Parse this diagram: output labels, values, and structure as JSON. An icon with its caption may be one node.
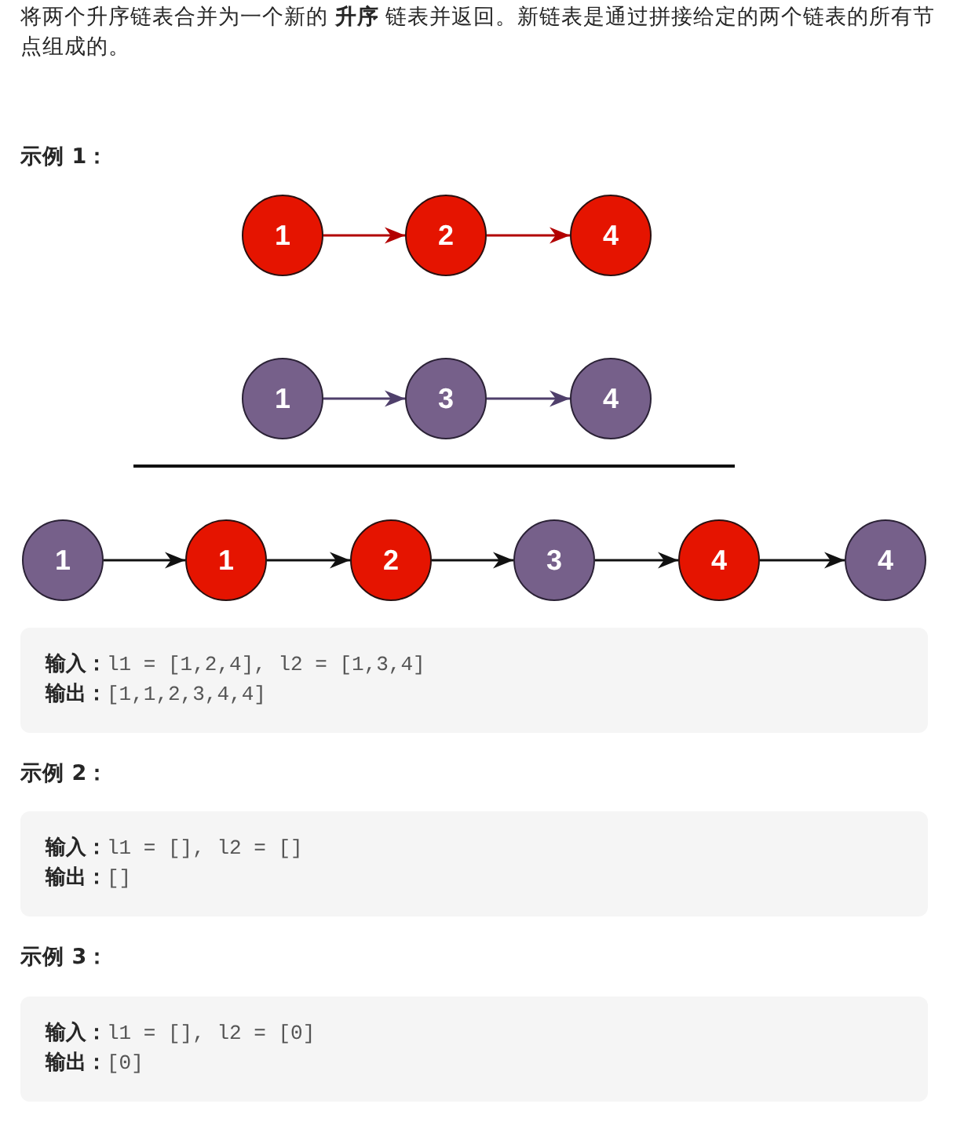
{
  "diagram": {
    "nodes": [
      {
        "text": [
          "1"
        ]
      },
      {
        "text": [
          "2"
        ]
      },
      {
        "text": [
          "4"
        ]
      },
      {
        "text": [
          "1"
        ]
      },
      {
        "text": [
          "3"
        ]
      },
      {
        "text": [
          "4"
        ]
      },
      {
        "text": [
          "1"
        ]
      },
      {
        "text": [
          "1"
        ]
      },
      {
        "text": [
          "2"
        ]
      },
      {
        "text": [
          "3"
        ]
      },
      {
        "text": [
          "4"
        ]
      },
      {
        "text": [
          "4"
        ]
      }
    ],
    "edges": [
      {
        "from": 0,
        "to": 1,
        "arrow": "to",
        "color": "#b20000"
      },
      {
        "from": 1,
        "to": 2,
        "arrow": "to",
        "color": "#b20000"
      },
      {
        "from": 3,
        "to": 4,
        "arrow": "to",
        "color": "#4f3f6b"
      },
      {
        "from": 4,
        "to": 5,
        "arrow": "to",
        "color": "#4f3f6b"
      },
      {
        "from": 6,
        "to": 7,
        "arrow": "to"
      },
      {
        "from": 7,
        "to": 8,
        "arrow": "to"
      },
      {
        "from": 8,
        "to": 9,
        "arrow": "to"
      },
      {
        "from": 9,
        "to": 10,
        "arrow": "to"
      },
      {
        "from": 10,
        "to": 11,
        "arrow": "to"
      }
    ],
    "labels": [
      "将两个升序链表合并为一个新的 **升序** 链表并返回。新链表是通过拼接给定的两个链表的所有节点组成的。",
      "示例 1：",
      "**输入：**l1 = [1,2,4], l2 = [1,3,4]",
      "**输出：**[1,1,2,3,4,4]",
      "示例 2：",
      "**输入：**l1 = [], l2 = []",
      "**输出：**[]",
      "示例 3：",
      "**输入：**l1 = [], l2 = [0]",
      "**输出：**[0]"
    ]
  }
}
